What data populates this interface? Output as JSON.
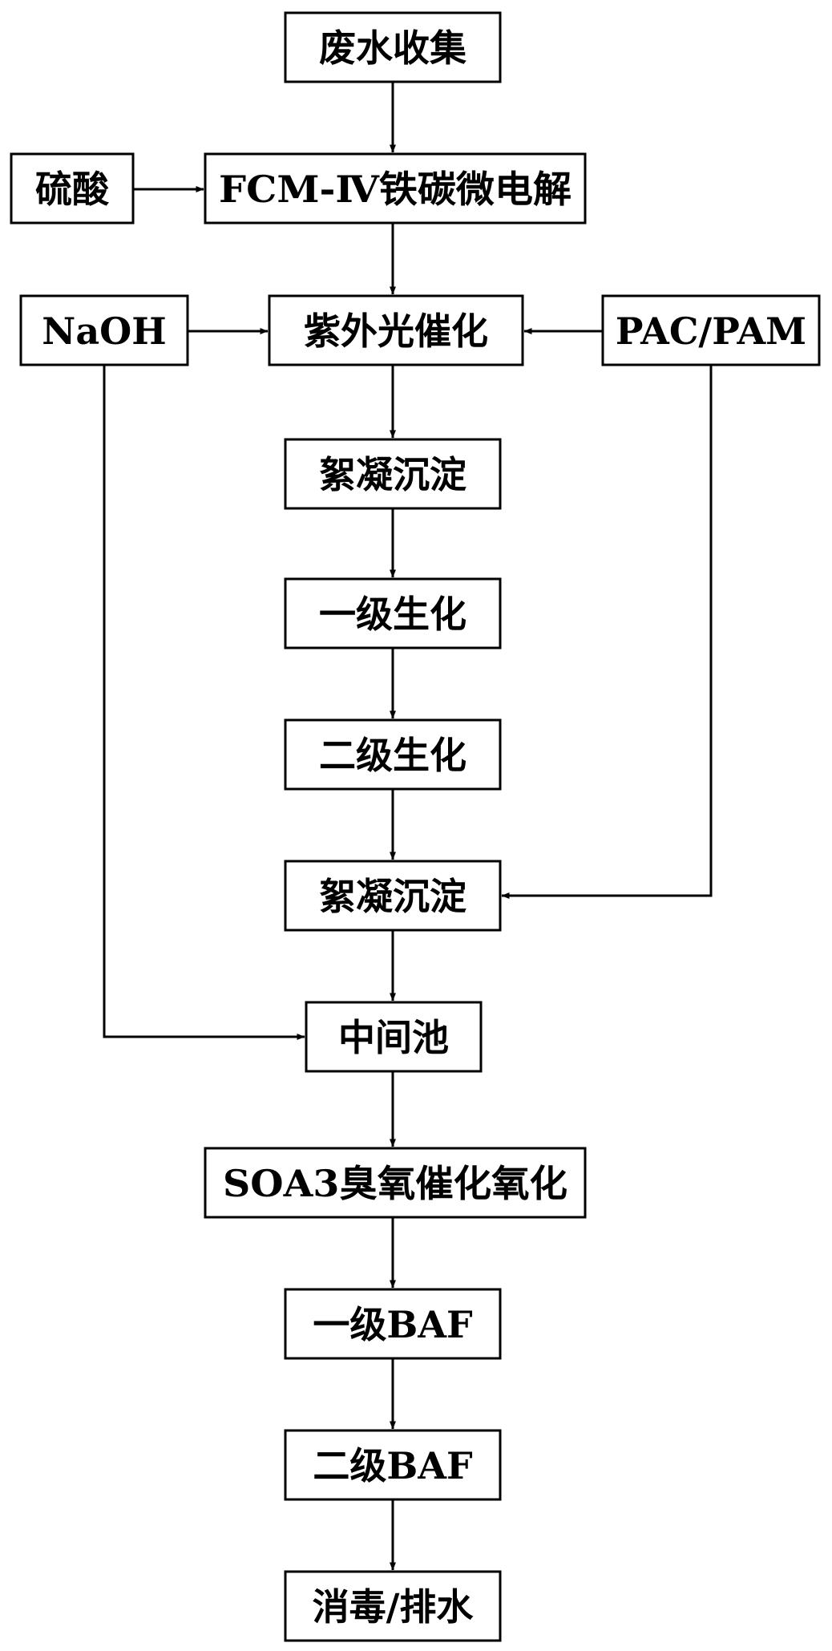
{
  "steps": {
    "s01": "废水收集",
    "s02": "FCM-Ⅳ铁碳微电解",
    "s03": "紫外光催化",
    "s04": "絮凝沉淀",
    "s05": "一级生化",
    "s06": "二级生化",
    "s07": "絮凝沉淀",
    "s08": "中间池",
    "s09": "SOA3臭氧催化氧化",
    "s10": "一级BAF",
    "s11": "二级BAF",
    "s12": "消毒/排水"
  },
  "inputs": {
    "acid": "硫酸",
    "base": "NaOH",
    "coagulant": "PAC/PAM"
  },
  "colors": {
    "line": "#000000",
    "box_fill": "#ffffff",
    "text": "#000000"
  }
}
